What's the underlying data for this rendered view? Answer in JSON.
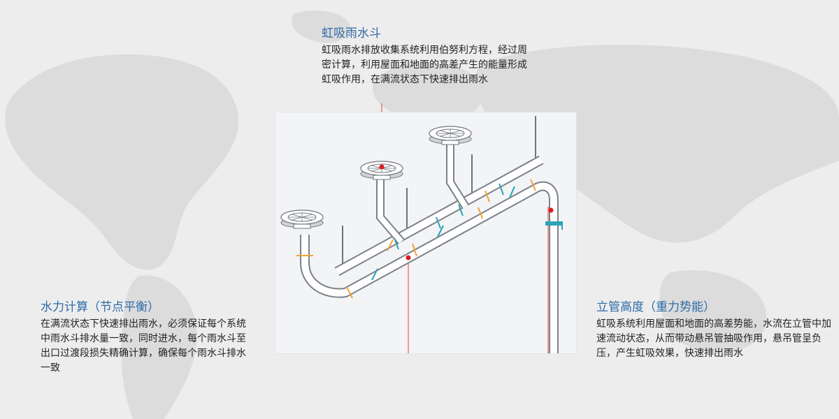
{
  "colors": {
    "title_blue": "#2e6aa6",
    "body_text": "#222222",
    "pipe_stroke": "#8a8f96",
    "pipe_fill": "#ffffff",
    "marker_red": "#e11a1a",
    "joint_orange": "#f2a437",
    "clamp_teal": "#2aa3b8",
    "guide_red": "#e33b3b"
  },
  "top_block": {
    "title": "虹吸雨水斗",
    "body": "虹吸雨水排放收集系统利用伯努利方程，经过周密计算，利用屋面和地面的高差产生的能量形成虹吸作用，在满流状态下快速排出雨水"
  },
  "left_block": {
    "title": "水力计算（节点平衡）",
    "body": "在满流状态下快速排出雨水，必须保证每个系统中雨水斗排水量一致，同时进水，每个雨水斗至出口过渡段损失精确计算，确保每个雨水斗排水一致"
  },
  "right_block": {
    "title": "立管高度（重力势能）",
    "body": "虹吸系统利用屋面和地面的高差势能，水流在立管中加速流动状态，从而带动悬吊管抽吸作用，悬吊管呈负压，产生虹吸效果，快速排出雨水"
  },
  "diagram": {
    "icons": [
      "roof-drain-icon",
      "roof-drain-icon",
      "roof-drain-icon",
      "pipe-clamp-icon",
      "hanger-rod-icon"
    ]
  }
}
